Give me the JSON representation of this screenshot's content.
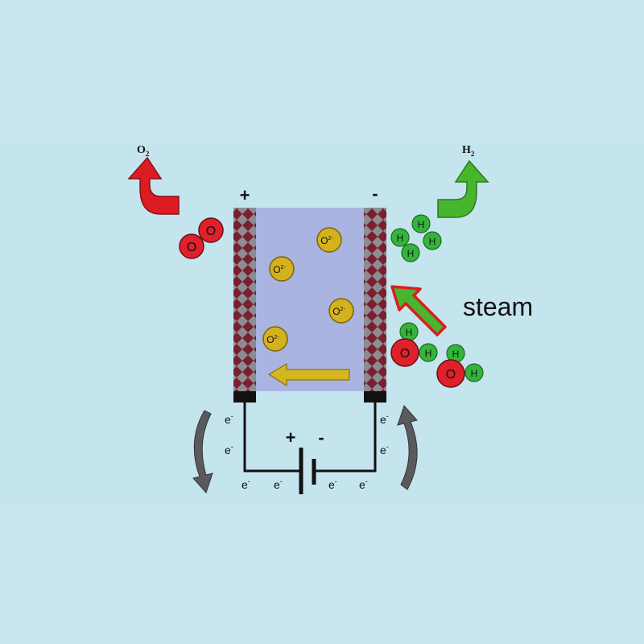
{
  "colors": {
    "background": "#c8e6f0",
    "panel": "#c4e4ee",
    "electrolyte": "#a9b4e0",
    "electrode_dark": "#7a1f2e",
    "electrode_light": "#8c8c94",
    "oxygen": "#e0202a",
    "hydrogen": "#35b43c",
    "ion": "#d4b21c",
    "arrow_red": "#dd1c22",
    "arrow_green": "#48b52e",
    "arrow_yellow": "#d6b61e",
    "wire": "#111111",
    "electron_flow": "#5a5a5e"
  },
  "labels": {
    "o2": "O",
    "o2_sub": "2",
    "h2": "H",
    "h2_sub": "2",
    "plus_left": "+",
    "minus_right": "-",
    "steam": "steam",
    "battery_plus": "+",
    "battery_minus": "-"
  },
  "ion": {
    "base": "O",
    "charge": "2-"
  },
  "atoms": {
    "oxygen": "O",
    "hydrogen": "H"
  },
  "electron": {
    "base": "e",
    "charge": "-"
  },
  "icons": {
    "o2_exit": "curved-up-arrow-icon",
    "h2_exit": "curved-up-arrow-icon",
    "steam_in": "diagonal-arrow-icon",
    "ion_flow": "left-arrow-icon",
    "electron_cycle": "circular-arrow-icon"
  }
}
